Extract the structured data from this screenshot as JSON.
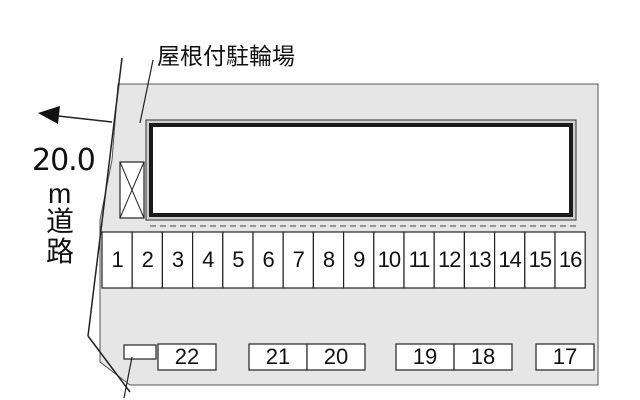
{
  "labels": {
    "shelter": "屋根付駐輪場",
    "road_width": "20.0",
    "road_unit": "m",
    "road_text_1": "道",
    "road_text_2": "路"
  },
  "road_direction": "west",
  "top_row_stalls": [
    "1",
    "2",
    "3",
    "4",
    "5",
    "6",
    "7",
    "8",
    "9",
    "10",
    "11",
    "12",
    "13",
    "14",
    "15",
    "16"
  ],
  "bottom_row_stalls": [
    "22",
    "21",
    "20",
    "19",
    "18",
    "17"
  ],
  "colors": {
    "lot_fill": "#e6e6e6",
    "line": "#222222",
    "stall_fill": "#ffffff",
    "bike_shelter_border": "#333333"
  }
}
